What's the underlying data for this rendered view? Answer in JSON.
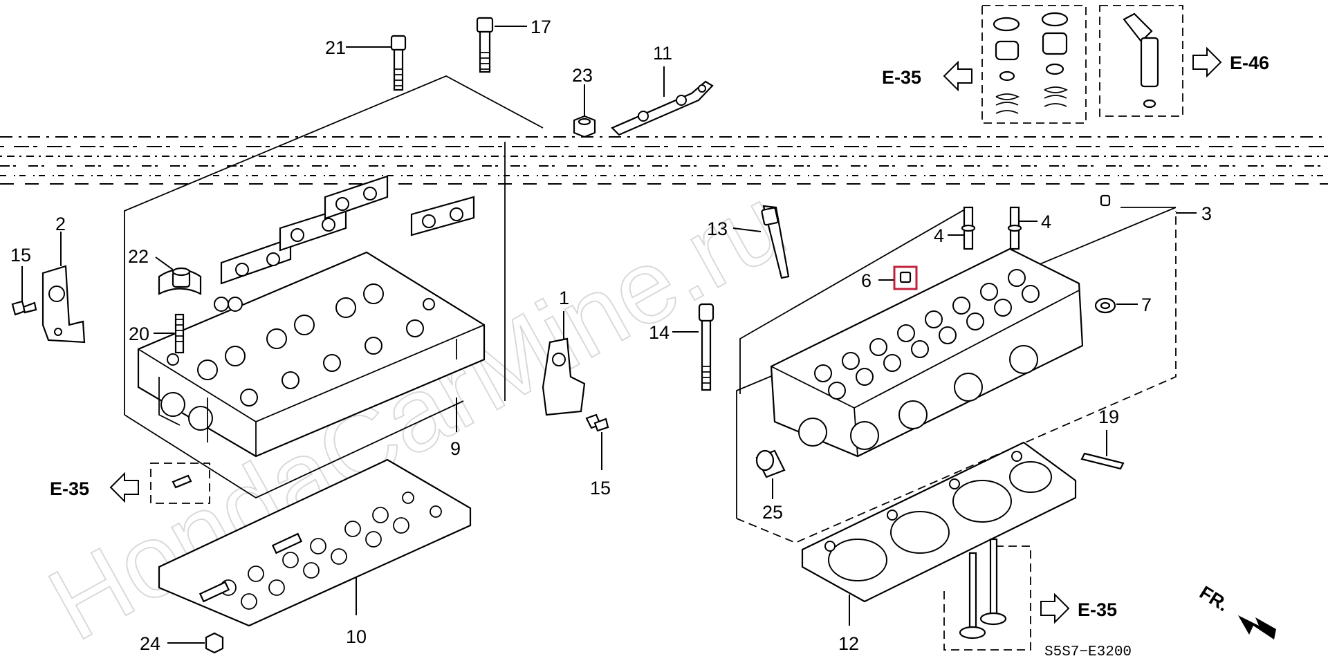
{
  "diagram": {
    "part_numbers": [
      "1",
      "2",
      "3",
      "4",
      "4",
      "6",
      "7",
      "9",
      "10",
      "11",
      "12",
      "13",
      "14",
      "15",
      "15",
      "17",
      "19",
      "20",
      "21",
      "22",
      "23",
      "24",
      "25"
    ],
    "references": {
      "e35_top": "E-35",
      "e46": "E-46",
      "e35_left": "E-35",
      "e35_bottom": "E-35"
    },
    "orientation_label": "FR.",
    "drawing_code": "S5S7−E3200",
    "watermark": "HondaCarMine.ru",
    "highlight_color": "#c0223b"
  }
}
